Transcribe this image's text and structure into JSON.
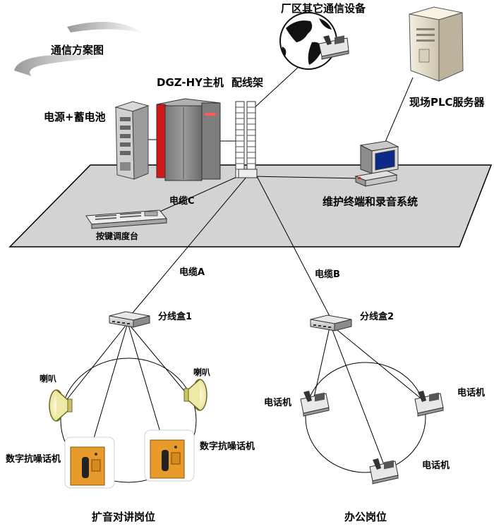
{
  "title": "通信方案图",
  "labels": {
    "factory_devices": "厂区其它通信设备",
    "plc_server": "现场PLC服务器",
    "host": "DGZ-HY主机",
    "distribution_frame": "配线架",
    "power_battery": "电源+蓄电池",
    "cable_c": "电缆C",
    "maintenance_terminal": "维护终端和录音系统",
    "dispatch_console": "按键调度台",
    "cable_a": "电缆A",
    "cable_b": "电缆B",
    "junction_box_1": "分线盒1",
    "junction_box_2": "分线盒2",
    "speaker_left": "喇叭",
    "speaker_right": "喇叭",
    "phone_noise_left": "数字抗噪话机",
    "phone_noise_right": "数字抗噪话机",
    "phone_1": "电话机",
    "phone_2": "电话机",
    "phone_3": "电话机",
    "area_broadcast": "扩音对讲岗位",
    "area_office": "办公岗位"
  },
  "icons": [
    "globe-icon",
    "server-tower-icon",
    "power-supply-icon",
    "host-cabinet-icon",
    "patch-frame-icon",
    "computer-icon",
    "console-icon",
    "junction-box-icon",
    "horn-speaker-icon",
    "industrial-phone-icon",
    "desk-phone-icon"
  ]
}
